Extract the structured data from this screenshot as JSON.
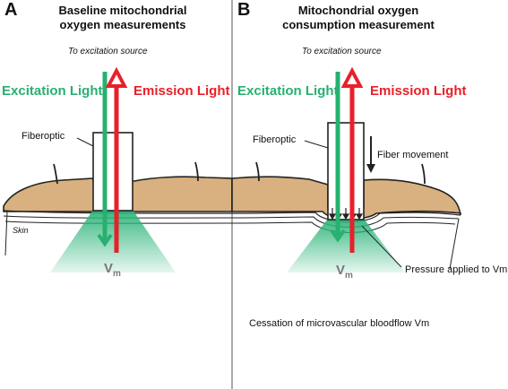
{
  "panel_a": {
    "letter": "A",
    "title_line1": "Baseline mitochondrial",
    "title_line2": "oxygen measurements",
    "source_label": "To excitation source",
    "excitation_label": "Excitation Light",
    "emission_label": "Emission Light",
    "fiberoptic_label": "Fiberoptic",
    "skin_label": "Skin",
    "vm_main": "V",
    "vm_sub": "m"
  },
  "panel_b": {
    "letter": "B",
    "title_line1": "Mitochondrial oxygen",
    "title_line2": "consumption measurement",
    "source_label": "To excitation source",
    "excitation_label": "Excitation Light",
    "emission_label": "Emission Light",
    "fiberoptic_label": "Fiberoptic",
    "fiber_movement_label": "Fiber movement",
    "pressure_label": "Pressure applied to Vm",
    "cessation_label": "Cessation of microvascular bloodflow Vm",
    "vm_main": "V",
    "vm_sub": "m"
  },
  "colors": {
    "excitation": "#27b070",
    "emission": "#e8202a",
    "skin_fill": "#d9b07f",
    "glow": "#2db57a"
  }
}
